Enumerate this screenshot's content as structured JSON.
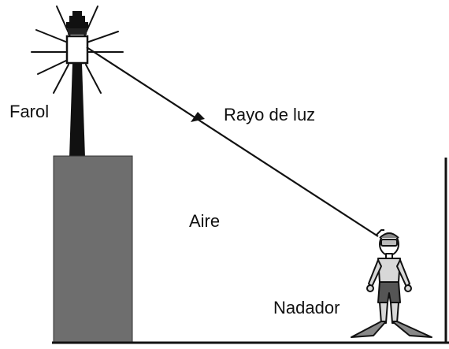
{
  "labels": {
    "lighthouse": "Farol",
    "light_ray": "Rayo de luz",
    "air": "Aire",
    "swimmer": "Nadador"
  },
  "colors": {
    "ink": "#111111",
    "tower": "#6e6e6e",
    "background": "#ffffff"
  }
}
